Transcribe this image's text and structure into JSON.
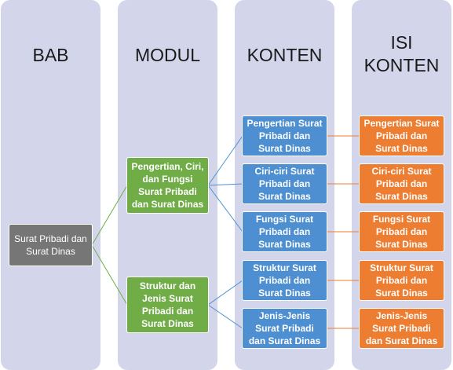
{
  "columns": {
    "bab": "BAB",
    "modul": "MODUL",
    "konten": "KONTEN",
    "isi_konten": "ISI\nKONTEN"
  },
  "bab": {
    "label": "Surat Pribadi dan Surat Dinas"
  },
  "modul": [
    {
      "label": "Pengertian, Ciri, dan Fungsi Surat Pribadi dan Surat Dinas"
    },
    {
      "label": "Struktur dan Jenis Surat Pribadi dan Surat Dinas"
    }
  ],
  "konten": [
    {
      "label": "Pengertian Surat Pribadi dan Surat Dinas"
    },
    {
      "label": "Ciri-ciri Surat Pribadi dan Surat Dinas"
    },
    {
      "label": "Fungsi Surat Pribadi dan Surat Dinas"
    },
    {
      "label": "Struktur Surat Pribadi dan Surat Dinas"
    },
    {
      "label": "Jenis-Jenis Surat Pribadi dan Surat Dinas"
    }
  ],
  "isi_konten": [
    {
      "label": "Pengertian Surat Pribadi dan Surat Dinas"
    },
    {
      "label": "Ciri-ciri Surat Pribadi dan Surat Dinas"
    },
    {
      "label": "Fungsi Surat Pribadi dan Surat Dinas"
    },
    {
      "label": "Struktur Surat Pribadi dan Surat Dinas"
    },
    {
      "label": "Jenis-Jenis Surat Pribadi dan Surat Dinas"
    }
  ],
  "colors": {
    "column_bg": "#d3d6ea",
    "bab_box": "#767676",
    "modul_box": "#70ad47",
    "konten_box": "#4d8fd1",
    "isi_box": "#ed7d31"
  }
}
